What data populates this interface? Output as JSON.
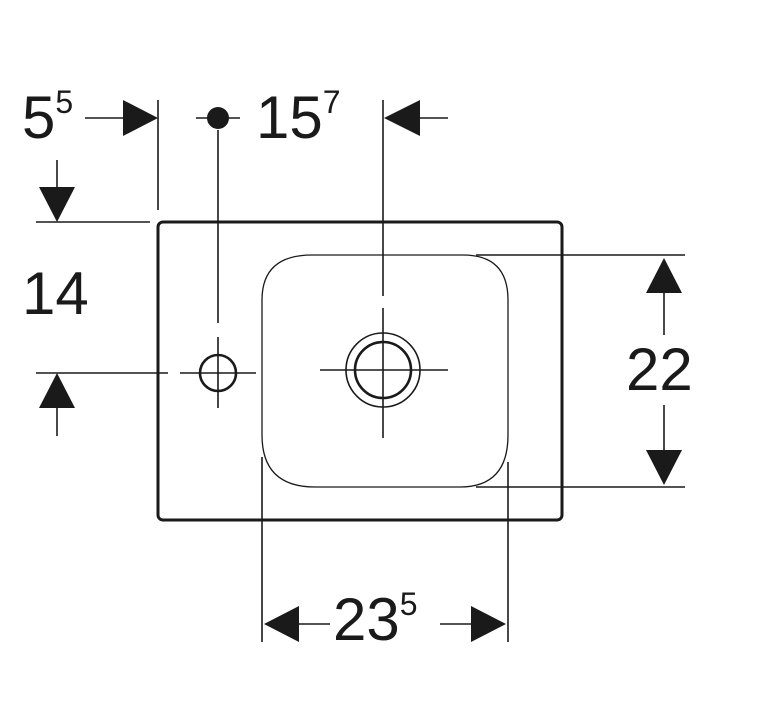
{
  "dimensions": {
    "tap_offset": {
      "main": "5",
      "sup": "5"
    },
    "drain_offset": {
      "main": "15",
      "sup": "7"
    },
    "top_to_tap": {
      "main": "14",
      "sup": ""
    },
    "bowl_depth": {
      "main": "22",
      "sup": ""
    },
    "bowl_width": {
      "main": "23",
      "sup": "5"
    }
  },
  "colors": {
    "line": "#1a1a1a",
    "background": "#ffffff"
  }
}
